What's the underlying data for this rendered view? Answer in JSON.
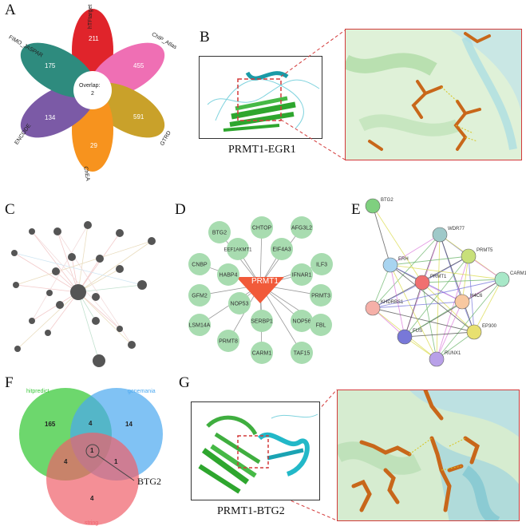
{
  "panels": {
    "A": {
      "letter": "A",
      "petals": [
        {
          "label": "hTFtarget",
          "value": "211",
          "color": "#e0242b"
        },
        {
          "label": "ChIP_Atlas",
          "value": "455",
          "color": "#ef6fb4"
        },
        {
          "label": "GTRD",
          "value": "591",
          "color": "#c9a12a"
        },
        {
          "label": "ChEA",
          "value": "29",
          "color": "#f7931e"
        },
        {
          "label": "ENCODE",
          "value": "134",
          "color": "#7b5aa6"
        },
        {
          "label": "FIMO_JASPAR",
          "value": "175",
          "color": "#2e8b7e"
        }
      ],
      "overlap": "Overlap:\n2",
      "overlap_line1": "Overlap:",
      "overlap_line2": "2"
    },
    "B": {
      "letter": "B",
      "caption": "PRMT1-EGR1"
    },
    "C": {
      "letter": "C"
    },
    "D": {
      "letter": "D",
      "center": "PRMT1",
      "nodes": [
        "BTG2",
        "CHTOP",
        "AFG3L2",
        "EEF1AKMT1",
        "EIF4A3",
        "CNBP",
        "HABP4",
        "IFNAR1",
        "ILF3",
        "GFM2",
        "NOP53",
        "PRMT3",
        "LSM14A",
        "SERBP1",
        "NOP56",
        "FBL",
        "PRMT8",
        "CARM1",
        "TAF15"
      ]
    },
    "E": {
      "letter": "E",
      "nodes": [
        "BTG2",
        "WDR77",
        "PRMT5",
        "ERH",
        "PRMT1",
        "CARM1",
        "KHDRBS1",
        "H4C6",
        "FUS",
        "EP300",
        "RUNX1"
      ]
    },
    "F": {
      "letter": "F",
      "sets": [
        {
          "label": "hitpredict",
          "color": "#3cc93c"
        },
        {
          "label": "genemania",
          "color": "#4aa8f0"
        },
        {
          "label": "string",
          "color": "#f0606a"
        }
      ],
      "counts": {
        "a_only": "165",
        "ab": "4",
        "b_only": "14",
        "ac": "4",
        "abc": "1",
        "bc": "1",
        "c_only": "4"
      },
      "annotation": "BTG2"
    },
    "G": {
      "letter": "G",
      "caption": "PRMT1-BTG2"
    }
  },
  "colors": {
    "inset_border": "#d33a3a",
    "stick": "#c8671a",
    "ribbon_green": "#3fae3f",
    "ribbon_cyan": "#2bb7c4"
  }
}
